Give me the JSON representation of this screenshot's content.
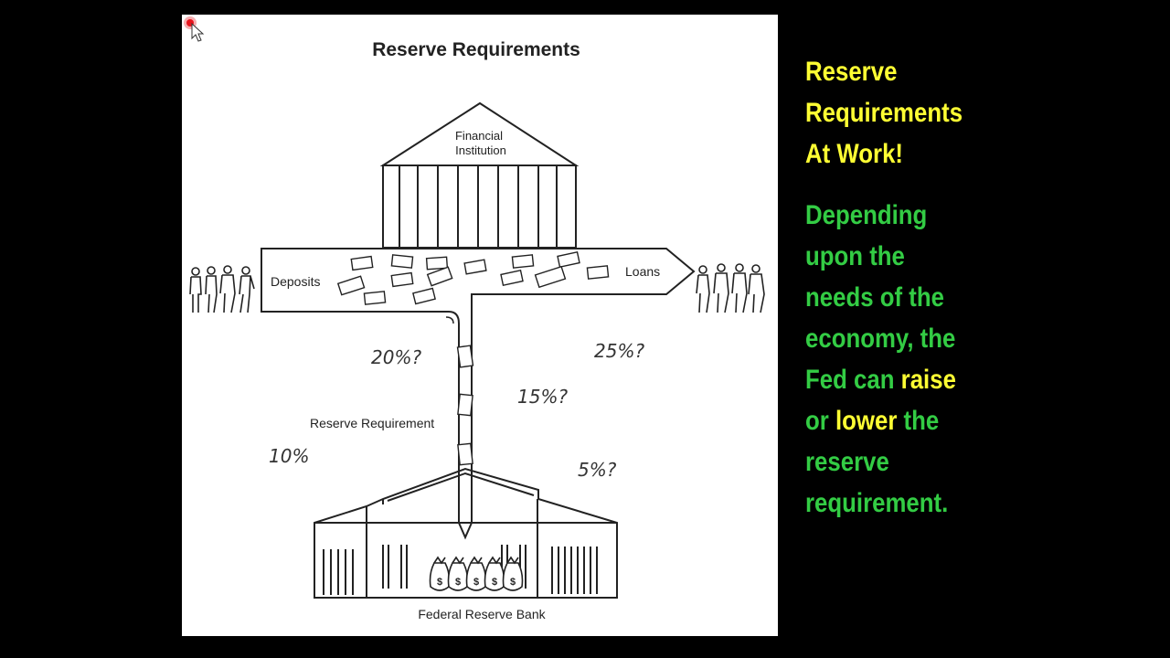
{
  "diagram": {
    "title": "Reserve Requirements",
    "financial_institution": [
      "Financial",
      "Institution"
    ],
    "deposits_label": "Deposits",
    "loans_label": "Loans",
    "reserve_requirement_label": "Reserve Requirement",
    "federal_reserve_label": "Federal Reserve Bank",
    "handwritten": {
      "pct_20": "20%?",
      "pct_25": "25%?",
      "pct_15": "15%?",
      "pct_10": "10%",
      "pct_5": "5%?"
    }
  },
  "side": {
    "title_lines": [
      "Reserve",
      "Requirements",
      "At Work!"
    ],
    "line1": "Depending",
    "line2": "upon the",
    "line3": "needs of the",
    "line4": "economy, the",
    "line5_a": "Fed can ",
    "line5_b": "raise",
    "line6_a": "or ",
    "line6_b": "lower",
    "line6_c": " the",
    "line7": "reserve",
    "line8": "requirement."
  },
  "colors": {
    "background": "#000000",
    "title_yellow": "#ffff33",
    "body_green": "#33cc44",
    "cursor_red": "#e8141c"
  }
}
